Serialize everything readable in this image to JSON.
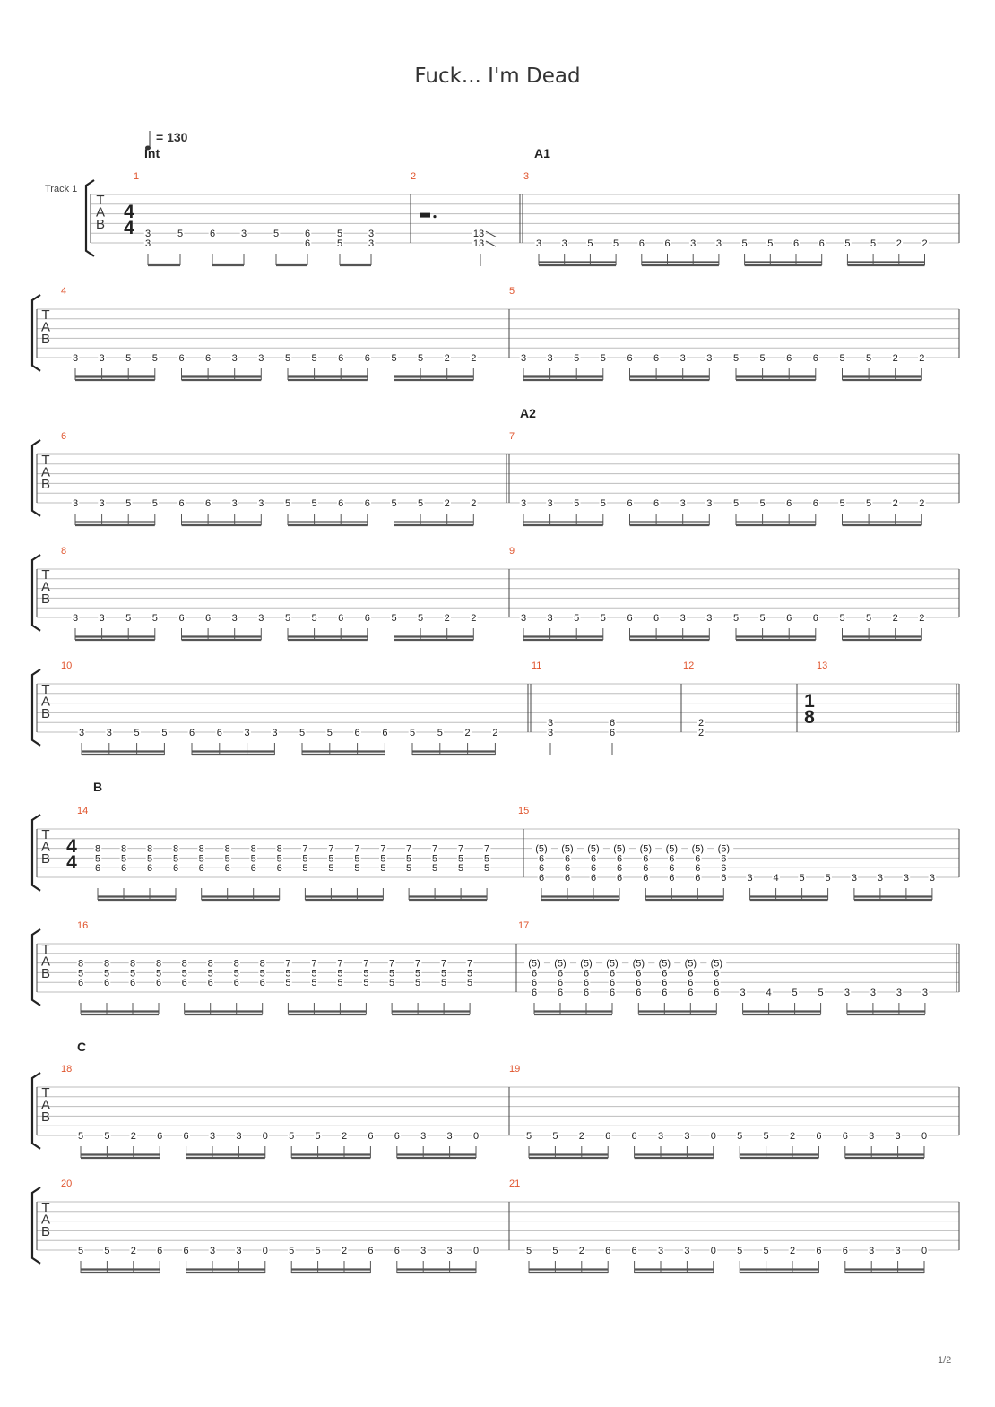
{
  "song_title": "Fuck... I'm Dead",
  "tempo_text": "= 130",
  "track_label": "Track 1",
  "tab_letters": [
    "T",
    "A",
    "B"
  ],
  "page_number": "1/2",
  "section_markers": [
    {
      "text": "Int",
      "measure": 1
    },
    {
      "text": "A1",
      "measure": 3
    },
    {
      "text": "A2",
      "measure": 7
    },
    {
      "text": "B",
      "measure": 14
    },
    {
      "text": "C",
      "measure": 18
    }
  ],
  "time_signatures": [
    {
      "measure": 1,
      "top": "4",
      "bottom": "4"
    },
    {
      "measure": 13,
      "top": "1",
      "bottom": "8"
    },
    {
      "measure": 14,
      "top": "4",
      "bottom": "4"
    }
  ],
  "riffs": {
    "A": [
      [
        "3"
      ],
      [
        "3"
      ],
      [
        "5"
      ],
      [
        "5"
      ],
      [
        "6"
      ],
      [
        "6"
      ],
      [
        "3"
      ],
      [
        "3"
      ],
      [
        "5"
      ],
      [
        "5"
      ],
      [
        "6"
      ],
      [
        "6"
      ],
      [
        "5"
      ],
      [
        "5"
      ],
      [
        "2"
      ],
      [
        "2"
      ]
    ],
    "B1": [
      [
        "8",
        "5",
        "6"
      ],
      [
        "8",
        "5",
        "6"
      ],
      [
        "8",
        "5",
        "6"
      ],
      [
        "8",
        "5",
        "6"
      ],
      [
        "8",
        "5",
        "6"
      ],
      [
        "8",
        "5",
        "6"
      ],
      [
        "8",
        "5",
        "6"
      ],
      [
        "8",
        "5",
        "6"
      ],
      [
        "7",
        "5",
        "5"
      ],
      [
        "7",
        "5",
        "5"
      ],
      [
        "7",
        "5",
        "5"
      ],
      [
        "7",
        "5",
        "5"
      ],
      [
        "7",
        "5",
        "5"
      ],
      [
        "7",
        "5",
        "5"
      ],
      [
        "7",
        "5",
        "5"
      ],
      [
        "7",
        "5",
        "5"
      ]
    ],
    "B2": [
      [
        "(5)",
        "6",
        "6",
        "6"
      ],
      [
        "(5)",
        "6",
        "6",
        "6"
      ],
      [
        "(5)",
        "6",
        "6",
        "6"
      ],
      [
        "(5)",
        "6",
        "6",
        "6"
      ],
      [
        "(5)",
        "6",
        "6",
        "6"
      ],
      [
        "(5)",
        "6",
        "6",
        "6"
      ],
      [
        "(5)",
        "6",
        "6",
        "6"
      ],
      [
        "(5)",
        "6",
        "6",
        "6"
      ],
      [
        "3"
      ],
      [
        "4"
      ],
      [
        "5"
      ],
      [
        "5"
      ],
      [
        "3"
      ],
      [
        "3"
      ],
      [
        "3"
      ],
      [
        "3"
      ]
    ],
    "C": [
      [
        "5"
      ],
      [
        "5"
      ],
      [
        "2"
      ],
      [
        "6"
      ],
      [
        "6"
      ],
      [
        "3"
      ],
      [
        "3"
      ],
      [
        "0"
      ],
      [
        "5"
      ],
      [
        "5"
      ],
      [
        "2"
      ],
      [
        "6"
      ],
      [
        "6"
      ],
      [
        "3"
      ],
      [
        "3"
      ],
      [
        "0"
      ]
    ]
  },
  "measure1_notes": [
    [
      "3",
      "3"
    ],
    [
      "5"
    ],
    [
      "6"
    ],
    [
      "3"
    ],
    [
      "5"
    ],
    [
      "6",
      "6"
    ],
    [
      "5",
      "5"
    ],
    [
      "3",
      "3"
    ]
  ],
  "measure2_notes": [
    [
      "13",
      "13"
    ]
  ],
  "measure11_notes": [
    [
      "3",
      "3"
    ],
    [
      "6",
      "6"
    ]
  ],
  "measure12_notes": [
    [
      "2",
      "2"
    ]
  ]
}
